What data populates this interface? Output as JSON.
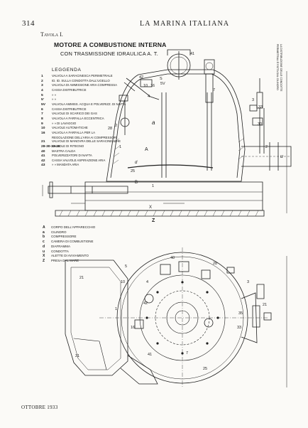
{
  "header": {
    "page_number": "314",
    "running_title": "LA MARINA ITALIANA"
  },
  "plate": {
    "tavola": "Tavola I.",
    "title": "MOTORE A COMBUSTIONE INTERNA",
    "subtitle": "CON TRASMISSIONE IDRAULICA A. T."
  },
  "legend": {
    "title": "LEGGENDA",
    "items": [
      {
        "num": "1",
        "text": "VALVOLA A SARACINESCA PERIMETRALE"
      },
      {
        "num": "2",
        "text": "ID. ID. SULLA CONDOTTA DALL'UGELLO"
      },
      {
        "num": "3",
        "text": "VALVOLA DI AMMISSIONE ARIA COMPRESSA"
      },
      {
        "num": "4",
        "text": "CASSA DISTRIBUTRICE"
      },
      {
        "num": "5",
        "text": "»    »"
      },
      {
        "num": "5'",
        "text": "»    »"
      },
      {
        "num": "5V",
        "text": "VALVOLA AMMISS. ACQUA E POLVERIZZ. DI NAFTA"
      },
      {
        "num": "6",
        "text": "CASSA DISTRIBUTRICE"
      },
      {
        "num": "7",
        "text": "VALVOLE DI SCARICO DEI GAS"
      },
      {
        "num": "8",
        "text": "VALVOLA A FARFALLA ECCENTRICA"
      },
      {
        "num": "9",
        "text": "»    »  DI LAVAGGIO"
      },
      {
        "num": "10",
        "text": "VALVOLE AUTOMATICHE"
      },
      {
        "num": "16",
        "text": "VALVOLA A FARFALLA PER LA"
      },
      {
        "num": "",
        "text": "REGOLAZIONE DELL'ARIA AI COMPRESSORI"
      },
      {
        "num": "21",
        "text": "VALVOLE DI MANOVRA DELLE SARACINESCHE"
      },
      {
        "num": "28-30-33-35",
        "text": "VALVOLE DI RITEGNO"
      },
      {
        "num": "40",
        "text": "MASTRA CALDA"
      },
      {
        "num": "41",
        "text": "POLVERIZZATORI DI NAFTA"
      },
      {
        "num": "42",
        "text": "CASSA VALVOLE ASPIRAZIONE ARIA"
      },
      {
        "num": "43",
        "text": "»    »   MANDATA ARIA"
      }
    ]
  },
  "side_note": {
    "lines": [
      "LA DISTRIBUZIONE DELLE CONDOTTE",
      "PERIMETRALI È FATTA DAL CILINDRO"
    ]
  },
  "legend2": {
    "items": [
      {
        "num": "A",
        "text": "CORPO DELL'APPARECCHIO"
      },
      {
        "num": "a",
        "text": "CILINDRO"
      },
      {
        "num": "b",
        "text": "COMPRESSORE"
      },
      {
        "num": "c",
        "text": "CAMERA DI COMBUSTIONE"
      },
      {
        "num": "d",
        "text": "DIAFRAMMA"
      },
      {
        "num": "u",
        "text": "CONDOTTA"
      },
      {
        "num": "X",
        "text": "ALETTE DI AVVIAMENTO"
      },
      {
        "num": "Z",
        "text": "PRESA DAL MARE"
      }
    ]
  },
  "drawing_labels": {
    "top": [
      "41",
      "42",
      "10",
      "16",
      "S",
      "5V",
      "3",
      "33",
      "30",
      "28",
      "2",
      "1",
      "4",
      "7",
      "25",
      "2",
      "1",
      "A",
      "a",
      "B",
      "d",
      "u",
      "X",
      "Z"
    ],
    "bottom": [
      "21",
      "5",
      "10",
      "40",
      "28",
      "4",
      "42",
      "1",
      "16",
      "41",
      "7",
      "21",
      "3",
      "25",
      "35",
      "21",
      "33"
    ]
  },
  "footer": {
    "date": "OTTOBRE 1933"
  }
}
